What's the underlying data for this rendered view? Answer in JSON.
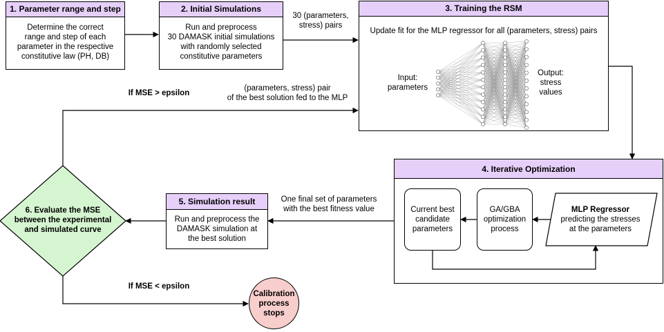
{
  "steps": {
    "s1": {
      "title": "1. Parameter range and step",
      "text": [
        "Determine the correct",
        "range and step of each",
        "parameter in the respective",
        "constitutive law (PH, DB)"
      ]
    },
    "s2": {
      "title": "2. Initial Simulations",
      "text": [
        "Run and preprocess",
        "30 DAMASK initial simulations",
        "with randomly selected",
        "constitutive parameters"
      ]
    },
    "s3": {
      "title": "3. Training the RSM",
      "text": "Update fit for the MLP regressor for all (parameters, stress) pairs",
      "input_label": [
        "Input:",
        "parameters"
      ],
      "output_label": [
        "Output:",
        "stress",
        "values"
      ]
    },
    "s4": {
      "title": "4. Iterative Optimization",
      "current_best": [
        "Current best",
        "candidate",
        "parameters"
      ],
      "ga_gba": [
        "GA/GBA",
        "optimization",
        "process"
      ],
      "mlp_title": "MLP Regressor",
      "mlp_text": [
        "predicting the stresses",
        "at the parameters"
      ]
    },
    "s5": {
      "title": "5. Simulation result",
      "text": [
        "Run and preprocess the",
        "DAMASK simulation at",
        "the best solution"
      ]
    },
    "s6": {
      "text": [
        "6. Evaluate the MSE",
        "between the experimental",
        "and simulated curve"
      ]
    }
  },
  "labels": {
    "pairs30": [
      "30 (parameters,",
      "stress) pairs"
    ],
    "mse_gt": "If MSE > epsilon",
    "best_pair": [
      "(parameters, stress) pair",
      "of the best solution fed to the MLP"
    ],
    "one_final": [
      "One final set of parameters",
      "with the best fitness value"
    ],
    "mse_lt": "If MSE < epsilon"
  },
  "terminal": {
    "text": [
      "Calibration",
      "process",
      "stops"
    ]
  },
  "colors": {
    "header": "#e6d0fa",
    "diamond": "#d5f5d0",
    "terminal": "#f8cecc",
    "line": "#000000",
    "nn": "#888888"
  },
  "network": {
    "layers": [
      5,
      12,
      12,
      12
    ]
  }
}
